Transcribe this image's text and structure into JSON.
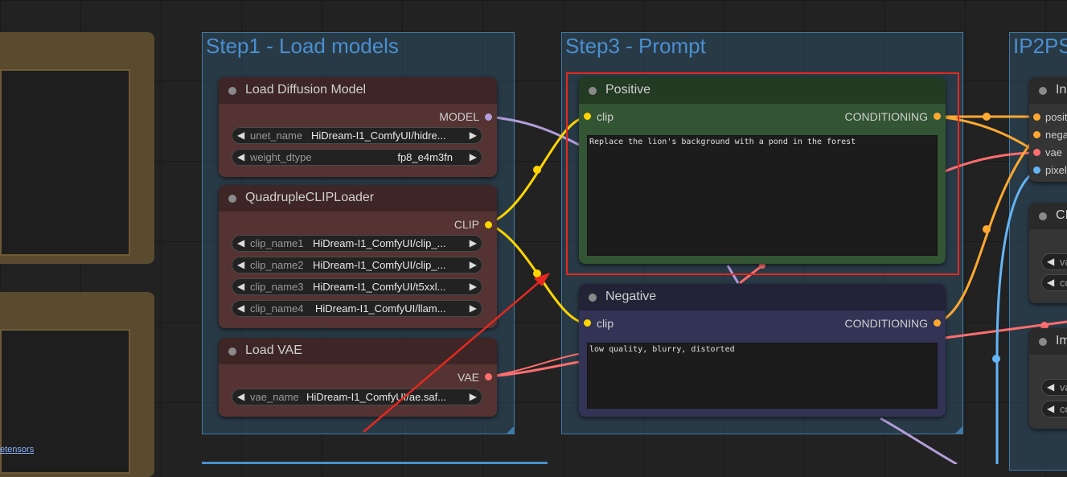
{
  "colors": {
    "model": "#b39ddb",
    "clip": "#ffd500",
    "conditioning": "#ffa931",
    "vae": "#ff6e6e",
    "image": "#64b5f6",
    "annotation": "#e5281f"
  },
  "groups": {
    "load_models": {
      "title": "Step1 - Load models"
    },
    "prompt": {
      "title": "Step3 - Prompt"
    },
    "partial_right": {
      "title": "IP2PS"
    }
  },
  "nodes": {
    "load_diffusion": {
      "title": "Load Diffusion Model",
      "output": "MODEL",
      "widgets": [
        {
          "name": "unet_name",
          "value": "HiDream-I1_ComfyUI/hidre..."
        },
        {
          "name": "weight_dtype",
          "value": "fp8_e4m3fn"
        }
      ]
    },
    "quad_clip": {
      "title": "QuadrupleCLIPLoader",
      "output": "CLIP",
      "widgets": [
        {
          "name": "clip_name1",
          "value": "HiDream-I1_ComfyUI/clip_..."
        },
        {
          "name": "clip_name2",
          "value": "HiDream-I1_ComfyUI/clip_..."
        },
        {
          "name": "clip_name3",
          "value": "HiDream-I1_ComfyUI/t5xxl..."
        },
        {
          "name": "clip_name4",
          "value": "HiDream-I1_ComfyUI/llam..."
        }
      ]
    },
    "load_vae": {
      "title": "Load VAE",
      "output": "VAE",
      "widgets": [
        {
          "name": "vae_name",
          "value": "HiDream-I1_ComfyUI/ae.saf..."
        }
      ]
    },
    "positive": {
      "title": "Positive",
      "input": "clip",
      "output": "CONDITIONING",
      "text": "Replace the lion's background with a pond in the forest"
    },
    "negative": {
      "title": "Negative",
      "input": "clip",
      "output": "CONDITIONING",
      "text": "low quality, blurry, distorted"
    },
    "right_top": {
      "title": "Ins",
      "inputs": [
        "posit",
        "nega",
        "vae",
        "pixel"
      ]
    },
    "right_mid": {
      "title": "CI",
      "widgets": [
        "va",
        "co"
      ]
    },
    "right_low": {
      "title": "Im",
      "widgets": [
        "va",
        "co"
      ]
    }
  },
  "arrow_glyphs": {
    "left": "◀",
    "right": "▶"
  },
  "left_partial": {
    "link_text": "etensors"
  }
}
